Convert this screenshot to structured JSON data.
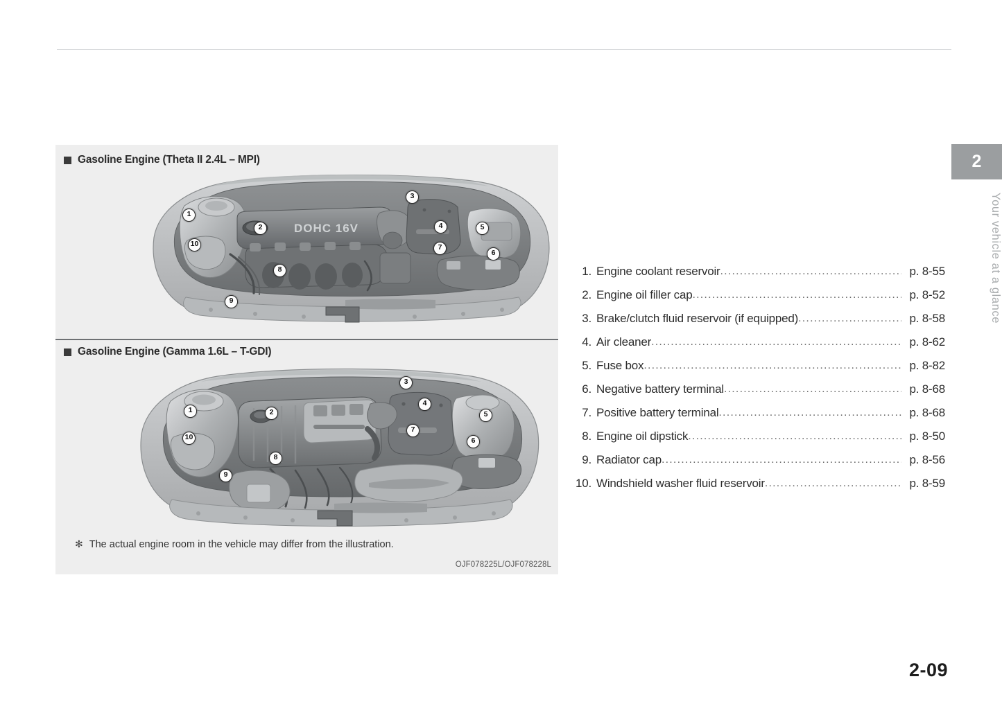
{
  "page": {
    "number": "2-09",
    "side_tab": {
      "chapter": "2",
      "title": "Your vehicle at a glance"
    }
  },
  "figure": {
    "heading_a": "Gasoline Engine (Theta II 2.4L – MPI)",
    "heading_b": "Gasoline Engine (Gamma 1.6L – T-GDI)",
    "bullet_icon": "filled-square",
    "note_mark": "✻",
    "note": "The actual engine room in the vehicle may differ from the illustration.",
    "image_code": "OJF078225L/OJF078228L",
    "engine_a_badge": "DOHC 16V",
    "callouts": [
      "1",
      "2",
      "3",
      "4",
      "5",
      "6",
      "7",
      "8",
      "9",
      "10"
    ]
  },
  "legend": {
    "items": [
      {
        "num": "1.",
        "label": "Engine coolant reservoir",
        "dots": "..................................................................................",
        "page": "p. 8-55"
      },
      {
        "num": "2.",
        "label": "Engine oil filler cap",
        "dots": "..................................................................................",
        "page": "p. 8-52"
      },
      {
        "num": "3.",
        "label": "Brake/clutch fluid reservoir (if equipped)",
        "dots": "..................................................................................",
        "page": "p. 8-58"
      },
      {
        "num": "4.",
        "label": "Air cleaner",
        "dots": "..................................................................................",
        "page": "p. 8-62"
      },
      {
        "num": "5.",
        "label": "Fuse box",
        "dots": "..................................................................................",
        "page": "p. 8-82"
      },
      {
        "num": "6.",
        "label": "Negative battery terminal",
        "dots": "..................................................................................",
        "page": "p. 8-68"
      },
      {
        "num": "7.",
        "label": "Positive battery terminal",
        "dots": "..................................................................................",
        "page": "p. 8-68"
      },
      {
        "num": "8.",
        "label": "Engine oil dipstick",
        "dots": "..................................................................................",
        "page": "p. 8-50"
      },
      {
        "num": "9.",
        "label": "Radiator cap",
        "dots": "..................................................................................",
        "page": "p. 8-56"
      },
      {
        "num": "10.",
        "label": "Windshield washer fluid reservoir",
        "dots": "..................................................................................",
        "page": "p. 8-59"
      }
    ]
  },
  "colors": {
    "panel_bg": "#eeeeee",
    "tab_gray": "#9b9ea0",
    "rule": "#d8dadc",
    "divider": "#6d7073"
  }
}
